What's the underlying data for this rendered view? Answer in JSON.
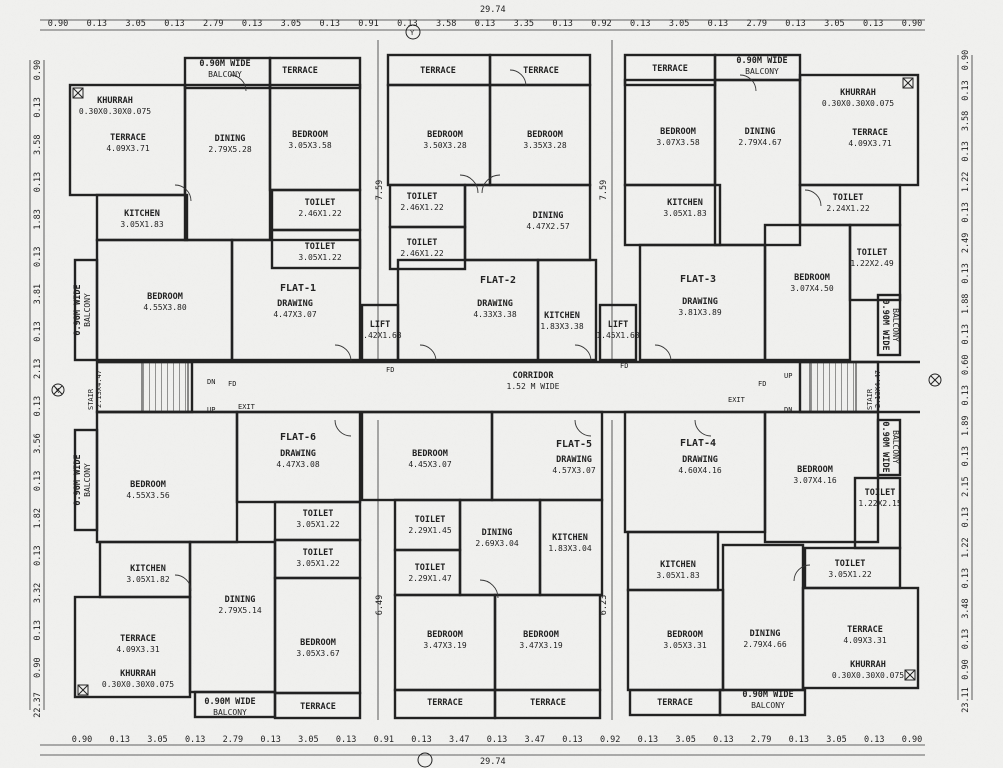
{
  "rooms": [
    {
      "key": "balc_f1_top",
      "name": "0.90M WIDE",
      "dim": "BALCONY"
    },
    {
      "key": "terrace_f1_top",
      "name": "TERRACE",
      "dim": ""
    },
    {
      "key": "khurrah_tl",
      "name": "KHURRAH",
      "dim": "0.30X0.30X0.075"
    },
    {
      "key": "terrace_tl",
      "name": "TERRACE",
      "dim": "4.09X3.71"
    },
    {
      "key": "dining_f1",
      "name": "DINING",
      "dim": "2.79X5.28"
    },
    {
      "key": "bed_f1a",
      "name": "BEDROOM",
      "dim": "3.05X3.58"
    },
    {
      "key": "toilet_f1a",
      "name": "TOILET",
      "dim": "2.46X1.22"
    },
    {
      "key": "toilet_f1b",
      "name": "TOILET",
      "dim": "3.05X1.22"
    },
    {
      "key": "kitchen_f1",
      "name": "KITCHEN",
      "dim": "3.05X1.83"
    },
    {
      "key": "bed_f1b",
      "name": "BEDROOM",
      "dim": "4.55X3.80"
    },
    {
      "key": "drawing_f1",
      "name": "DRAWING",
      "dim": "4.47X3.07"
    },
    {
      "key": "terrace_f2a",
      "name": "TERRACE",
      "dim": ""
    },
    {
      "key": "terrace_f2b",
      "name": "TERRACE",
      "dim": ""
    },
    {
      "key": "bed_f2a",
      "name": "BEDROOM",
      "dim": "3.50X3.28"
    },
    {
      "key": "bed_f2b",
      "name": "BEDROOM",
      "dim": "3.35X3.28"
    },
    {
      "key": "toilet_f2a",
      "name": "TOILET",
      "dim": "2.46X1.22"
    },
    {
      "key": "toilet_f2b",
      "name": "TOILET",
      "dim": "2.46X1.22"
    },
    {
      "key": "dining_f2",
      "name": "DINING",
      "dim": "4.47X2.57"
    },
    {
      "key": "drawing_f2",
      "name": "DRAWING",
      "dim": "4.33X3.38"
    },
    {
      "key": "kitchen_f2",
      "name": "KITCHEN",
      "dim": "1.83X3.38"
    },
    {
      "key": "lift1",
      "name": "LIFT",
      "dim": "1.42X1.63"
    },
    {
      "key": "lift2",
      "name": "LIFT",
      "dim": "1.45X1.63"
    },
    {
      "key": "terrace_f3",
      "name": "TERRACE",
      "dim": ""
    },
    {
      "key": "balc_f3_top",
      "name": "0.90M WIDE",
      "dim": "BALCONY"
    },
    {
      "key": "khurrah_tr",
      "name": "KHURRAH",
      "dim": "0.30X0.30X0.075"
    },
    {
      "key": "terrace_tr",
      "name": "TERRACE",
      "dim": "4.09X3.71"
    },
    {
      "key": "bed_f3a",
      "name": "BEDROOM",
      "dim": "3.07X3.58"
    },
    {
      "key": "dining_f3",
      "name": "DINING",
      "dim": "2.79X4.67"
    },
    {
      "key": "kitchen_f3",
      "name": "KITCHEN",
      "dim": "3.05X1.83"
    },
    {
      "key": "toilet_f3a",
      "name": "TOILET",
      "dim": "2.24X1.22"
    },
    {
      "key": "toilet_f3b",
      "name": "TOILET",
      "dim": "1.22X2.49"
    },
    {
      "key": "drawing_f3",
      "name": "DRAWING",
      "dim": "3.81X3.89"
    },
    {
      "key": "bed_f3b",
      "name": "BEDROOM",
      "dim": "3.07X4.50"
    },
    {
      "key": "bed_f6a",
      "name": "BEDROOM",
      "dim": "4.55X3.56"
    },
    {
      "key": "drawing_f6",
      "name": "DRAWING",
      "dim": "4.47X3.08"
    },
    {
      "key": "toilet_f6a",
      "name": "TOILET",
      "dim": "3.05X1.22"
    },
    {
      "key": "toilet_f6b",
      "name": "TOILET",
      "dim": "3.05X1.22"
    },
    {
      "key": "kitchen_f6",
      "name": "KITCHEN",
      "dim": "3.05X1.82"
    },
    {
      "key": "dining_f6",
      "name": "DINING",
      "dim": "2.79X5.14"
    },
    {
      "key": "terrace_bl",
      "name": "TERRACE",
      "dim": "4.09X3.31"
    },
    {
      "key": "khurrah_bl",
      "name": "KHURRAH",
      "dim": "0.30X0.30X0.075"
    },
    {
      "key": "bed_f6b",
      "name": "BEDROOM",
      "dim": "3.05X3.67"
    },
    {
      "key": "balc_f6_bot",
      "name": "0.90M WIDE",
      "dim": "BALCONY"
    },
    {
      "key": "terrace_f6_bot",
      "name": "TERRACE",
      "dim": ""
    },
    {
      "key": "bed_f5a",
      "name": "BEDROOM",
      "dim": "4.45X3.07"
    },
    {
      "key": "drawing_f5",
      "name": "DRAWING",
      "dim": "4.57X3.07"
    },
    {
      "key": "toilet_f5a",
      "name": "TOILET",
      "dim": "2.29X1.45"
    },
    {
      "key": "toilet_f5b",
      "name": "TOILET",
      "dim": "2.29X1.47"
    },
    {
      "key": "dining_f5",
      "name": "DINING",
      "dim": "2.69X3.04"
    },
    {
      "key": "kitchen_f5",
      "name": "KITCHEN",
      "dim": "1.83X3.04"
    },
    {
      "key": "bed_f5b",
      "name": "BEDROOM",
      "dim": "3.47X3.19"
    },
    {
      "key": "bed_f5c",
      "name": "BEDROOM",
      "dim": "3.47X3.19"
    },
    {
      "key": "terrace_f5a",
      "name": "TERRACE",
      "dim": ""
    },
    {
      "key": "terrace_f5b",
      "name": "TERRACE",
      "dim": ""
    },
    {
      "key": "drawing_f4",
      "name": "DRAWING",
      "dim": "4.60X4.16"
    },
    {
      "key": "bed_f4a",
      "name": "BEDROOM",
      "dim": "3.07X4.16"
    },
    {
      "key": "toilet_f4a",
      "name": "TOILET",
      "dim": "1.22X2.15"
    },
    {
      "key": "kitchen_f4",
      "name": "KITCHEN",
      "dim": "3.05X1.83"
    },
    {
      "key": "toilet_f4b",
      "name": "TOILET",
      "dim": "3.05X1.22"
    },
    {
      "key": "bed_f4b",
      "name": "BEDROOM",
      "dim": "3.05X3.31"
    },
    {
      "key": "dining_f4",
      "name": "DINING",
      "dim": "2.79X4.66"
    },
    {
      "key": "terrace_br",
      "name": "TERRACE",
      "dim": "4.09X3.31"
    },
    {
      "key": "khurrah_br",
      "name": "KHURRAH",
      "dim": "0.30X0.30X0.075"
    },
    {
      "key": "terrace_f4_bot",
      "name": "TERRACE",
      "dim": ""
    },
    {
      "key": "balc_f4_bot",
      "name": "0.90M WIDE",
      "dim": "BALCONY"
    },
    {
      "key": "corridor",
      "name": "CORRIDOR",
      "dim": "1.52 M WIDE"
    },
    {
      "key": "balc_left_top",
      "name": "0.90M WIDE",
      "dim": "BALCONY"
    },
    {
      "key": "balc_left_bot",
      "name": "0.90M WIDE",
      "dim": "BALCONY"
    },
    {
      "key": "balc_right_top",
      "name": "0.90M WIDE",
      "dim": "BALCONY"
    },
    {
      "key": "balc_right_bot",
      "name": "0.90M WIDE",
      "dim": "BALCONY"
    }
  ],
  "flats": [
    {
      "key": "f1",
      "label": "FLAT-1"
    },
    {
      "key": "f2",
      "label": "FLAT-2"
    },
    {
      "key": "f3",
      "label": "FLAT-3"
    },
    {
      "key": "f6",
      "label": "FLAT-6"
    },
    {
      "key": "f5",
      "label": "FLAT-5"
    },
    {
      "key": "f4",
      "label": "FLAT-4"
    }
  ],
  "annotations": {
    "stair_left": "STAIR",
    "stair_left_dim": "2.13X4.47",
    "stair_right": "STAIR",
    "stair_right_dim": "2.13X4.47",
    "up": "UP",
    "dn": "DN",
    "fd": "FD",
    "exit": "EXIT",
    "axis_y": "Y",
    "axis_x": "X"
  },
  "dims_top_total": "29.74",
  "dims_bottom_total": "29.74",
  "dims_top": [
    "0.90",
    "0.13",
    "3.05",
    "0.13",
    "2.79",
    "0.13",
    "3.05",
    "0.13",
    "0.91",
    "0.13",
    "3.58",
    "0.13",
    "3.35",
    "0.13",
    "0.92",
    "0.13",
    "3.05",
    "0.13",
    "2.79",
    "0.13",
    "3.05",
    "0.13",
    "0.90"
  ],
  "dims_bottom": [
    "0.90",
    "0.13",
    "3.05",
    "0.13",
    "2.79",
    "0.13",
    "3.05",
    "0.13",
    "0.91",
    "0.13",
    "3.47",
    "0.13",
    "3.47",
    "0.13",
    "0.92",
    "0.13",
    "3.05",
    "0.13",
    "2.79",
    "0.13",
    "3.05",
    "0.13",
    "0.90"
  ],
  "dims_left": [
    "0.90",
    "0.13",
    "3.58",
    "0.13",
    "1.83",
    "0.13",
    "3.81",
    "0.13",
    "2.13",
    "0.13",
    "3.56",
    "0.13",
    "1.82",
    "0.13",
    "3.32",
    "0.13",
    "0.90",
    "22.37"
  ],
  "dims_right": [
    "0.90",
    "0.13",
    "3.58",
    "0.13",
    "1.22",
    "0.13",
    "2.49",
    "0.13",
    "1.88",
    "0.13",
    "0.60",
    "0.13",
    "1.89",
    "0.13",
    "2.15",
    "0.13",
    "1.22",
    "0.13",
    "3.48",
    "0.13",
    "0.90",
    "23.11"
  ],
  "dims_inner": [
    "7.59",
    "7.59",
    "6.49",
    "6.23"
  ]
}
